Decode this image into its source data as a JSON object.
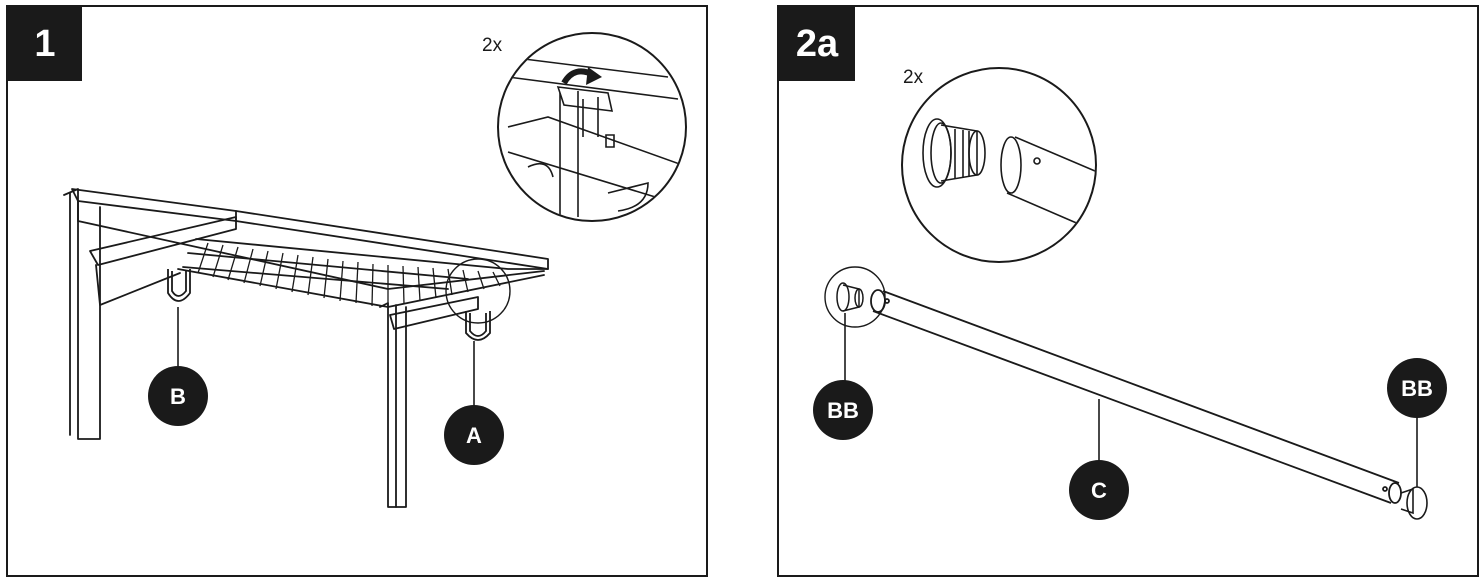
{
  "panels": [
    {
      "step": "1",
      "detail_quantity": "2x",
      "callouts": [
        "B",
        "A"
      ]
    },
    {
      "step": "2a",
      "detail_quantity": "2x",
      "callouts": [
        "BB",
        "C",
        "BB"
      ]
    }
  ],
  "colors": {
    "ink": "#1a1a1a",
    "badge_bg": "#1a1a1a",
    "badge_text": "#ffffff",
    "paper": "#ffffff"
  }
}
